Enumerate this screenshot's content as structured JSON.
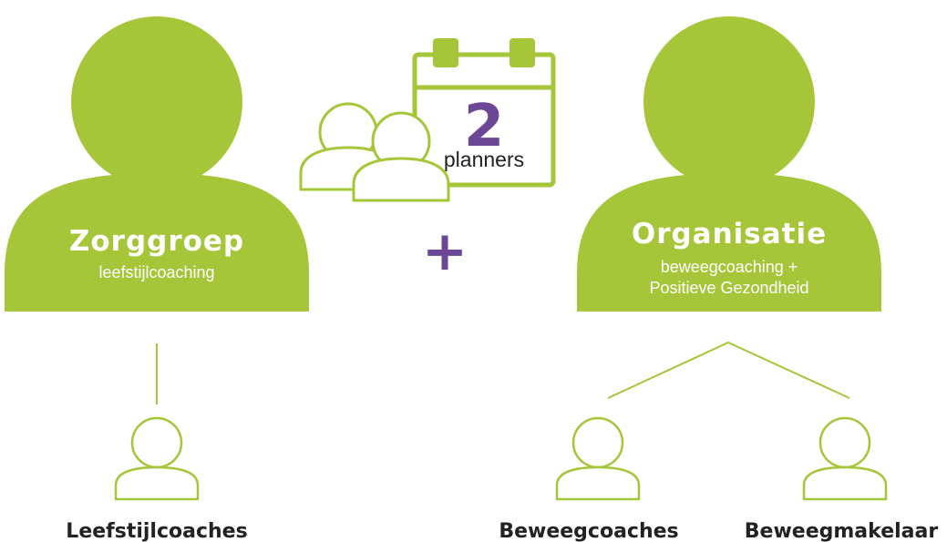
{
  "colors": {
    "green": "#a5c639",
    "purple": "#6b4796",
    "text_dark": "#222222",
    "white": "#ffffff"
  },
  "left_group": {
    "title": "Zorggroep",
    "subtitle": "leefstijlcoaching"
  },
  "right_group": {
    "title": "Organisatie",
    "subtitle_line1": "beweegcoaching +",
    "subtitle_line2": "Positieve Gezondheid"
  },
  "planners": {
    "count": "2",
    "label": "planners"
  },
  "plus_sign": "+",
  "roles": {
    "left": "Leefstijlcoaches",
    "right_a": "Beweegcoaches",
    "right_b": "Beweegmakelaar"
  },
  "icons": {
    "big_person": "person-silhouette-icon",
    "small_person": "person-outline-icon",
    "calendar": "calendar-icon",
    "plus": "plus-icon"
  }
}
